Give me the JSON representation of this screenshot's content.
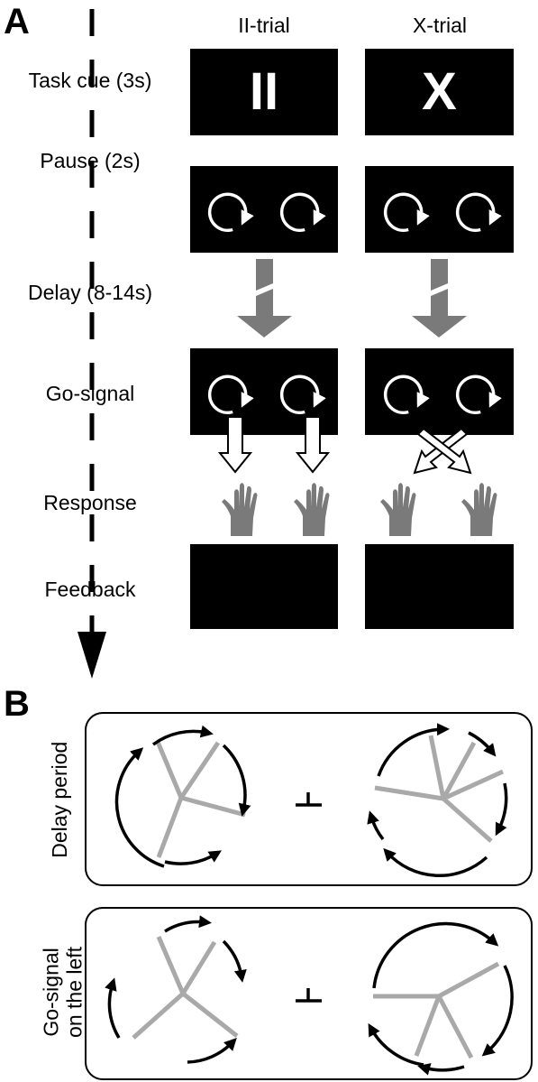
{
  "panel_a": {
    "letter": "A",
    "columns": [
      "II-trial",
      "X-trial"
    ],
    "rows": {
      "task_cue": "Task cue (3s)",
      "pause": "Pause (2s)",
      "delay": "Delay (8-14s)",
      "go_signal": "Go-signal",
      "response": "Response",
      "feedback": "Feedback"
    },
    "cue_symbols": {
      "ii_trial": "II",
      "x_trial": "X"
    },
    "colors": {
      "block": "#000000",
      "arrow_gray": "#7a7a7a",
      "hand_gray": "#7a7a7a"
    }
  },
  "panel_b": {
    "letter": "B",
    "groups": [
      {
        "label_line1": "Delay period",
        "label_line2": ""
      },
      {
        "label_line1": "Go-signal",
        "label_line2": "on the left"
      }
    ],
    "colors": {
      "spoke_gray": "#a9a9a9",
      "arc": "#000000"
    }
  }
}
